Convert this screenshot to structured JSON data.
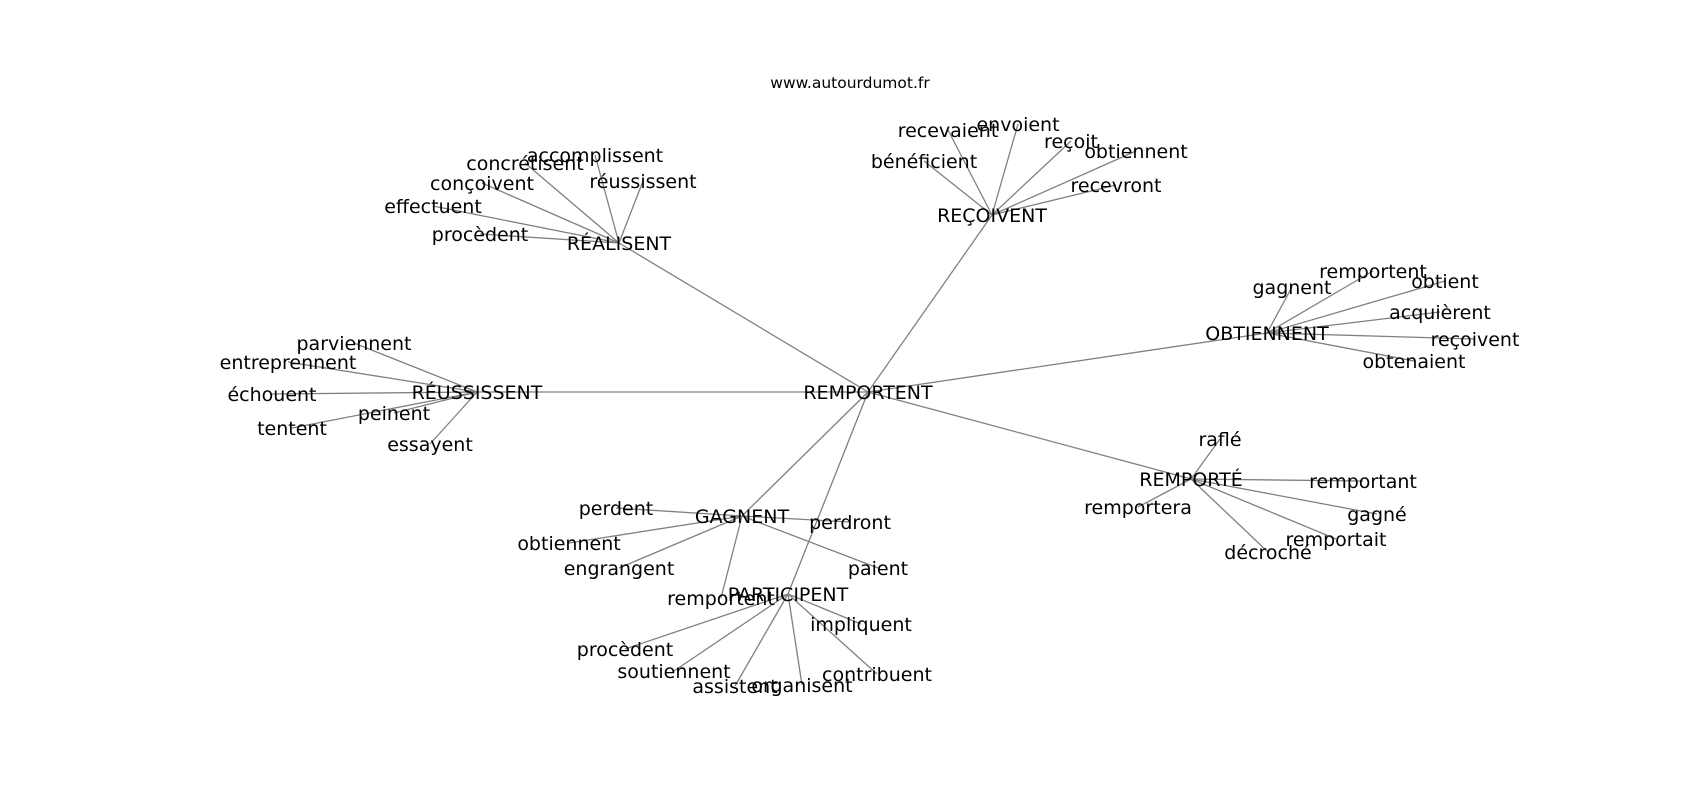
{
  "source": "www.autourdumot.fr",
  "edge_color": "#808080",
  "text_color": "#000000",
  "center": "REMPORTENT",
  "clusters": [
    {
      "hub": "RÉALISENT",
      "leaves": [
        "accomplissent",
        "concrétisent",
        "conçoivent",
        "réussissent",
        "effectuent",
        "procèdent"
      ]
    },
    {
      "hub": "REÇOIVENT",
      "leaves": [
        "recevaient",
        "envoient",
        "reçoit",
        "obtiennent",
        "bénéficient",
        "recevront"
      ]
    },
    {
      "hub": "OBTIENNENT",
      "leaves": [
        "remportent",
        "gagnent",
        "obtient",
        "acquièrent",
        "reçoivent",
        "obtenaient"
      ]
    },
    {
      "hub": "RÉUSSISSENT",
      "leaves": [
        "parviennent",
        "entreprennent",
        "échouent",
        "peinent",
        "tentent",
        "essayent"
      ]
    },
    {
      "hub": "REMPORTÉ",
      "leaves": [
        "raflé",
        "remportant",
        "remportera",
        "gagné",
        "remportait",
        "décroché"
      ]
    },
    {
      "hub": "GAGNENT",
      "leaves": [
        "perdent",
        "perdront",
        "obtiennent",
        "paient",
        "engrangent",
        "remportent"
      ]
    },
    {
      "hub": "PARTICIPENT",
      "leaves": [
        "impliquent",
        "procèdent",
        "soutiennent",
        "contribuent",
        "assistent",
        "organisent"
      ]
    }
  ]
}
